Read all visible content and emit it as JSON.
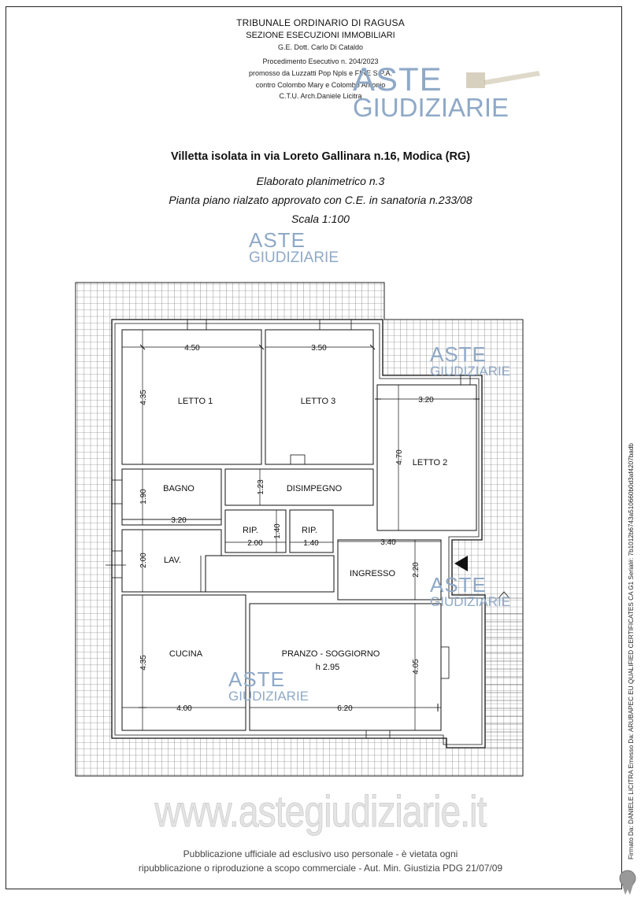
{
  "header": {
    "court": "TRIBUNALE ORDINARIO DI RAGUSA",
    "section": "SEZIONE ESECUZIONI IMMOBILIARI",
    "judge": "G.E. Dott. Carlo Di Cataldo",
    "procedure": "Procedimento Esecutivo n. 204/2023",
    "promoted": "promosso da Luzzatti Pop Npls e FIRE S.P.A.",
    "against": "contro Colombo Mary e Colombo Antonio",
    "ctu": "C.T.U. Arch.Daniele Licitra"
  },
  "title": "Villetta isolata in via Loreto Gallinara n.16, Modica (RG)",
  "subtitle_1": "Elaborato planimetrico n.3",
  "subtitle_2": "Pianta piano rialzato approvato con C.E. in sanatoria n.233/08",
  "scale": "Scala 1:100",
  "watermark": {
    "line1": "ASTE",
    "line2": "GIUDIZIARIE",
    "site": "www.astegiudiziarie.it"
  },
  "rooms": {
    "letto1": "LETTO 1",
    "letto3": "LETTO 3",
    "letto2": "LETTO 2",
    "bagno": "BAGNO",
    "disimpegno": "DISIMPEGNO",
    "rip1": "RIP.",
    "rip2": "RIP.",
    "lav": "LAV.",
    "ingresso": "INGRESSO",
    "cucina": "CUCINA",
    "pranzo": "PRANZO - SOGGIORNO",
    "height": "h 2.95"
  },
  "dims": {
    "letto1_w": "4.50",
    "letto1_h": "4.35",
    "letto3_w": "3.50",
    "letto2_w": "3.20",
    "letto2_h": "4.70",
    "bagno_h": "1.90",
    "bagno_w": "3.20",
    "disimp_h": "1.23",
    "rip1_w": "2.00",
    "rip_h": "1.40",
    "rip2_w": "1.40",
    "ingresso_w": "3.40",
    "ingresso_h": "2.20",
    "lav_h": "2.00",
    "cucina_h": "4.35",
    "cucina_w": "4.00",
    "pranzo_w": "6.20",
    "pranzo_h": "4.05"
  },
  "footer": {
    "line1": "Pubblicazione ufficiale ad esclusivo uso personale - è vietata ogni",
    "line2": "ripubblicazione o riproduzione a scopo commerciale - Aut. Min. Giustizia PDG 21/07/09"
  },
  "signature": "Firmato Da: DANIELE LICITRA Emesso Da: ARUBAPEC EU QUALIFIED CERTIFICATES CA G1 Serial#: 7b1012b6743a510660b0d3af4207badb"
}
